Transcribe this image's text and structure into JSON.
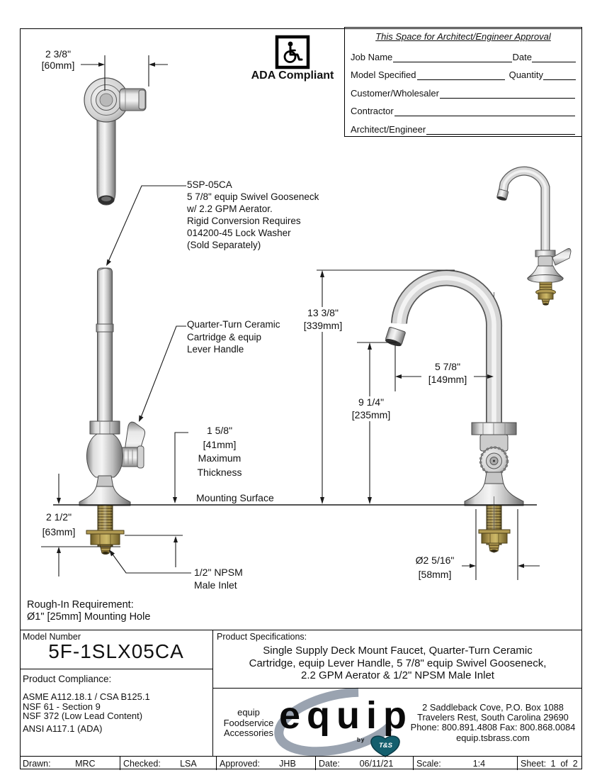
{
  "ada": {
    "label": "ADA Compliant"
  },
  "approval": {
    "title": "This Space for Architect/Engineer Approval",
    "job_name": "Job Name",
    "date": "Date",
    "model_specified": "Model Specified",
    "quantity": "Quantity",
    "customer": "Customer/Wholesaler",
    "contractor": "Contractor",
    "architect": "Architect/Engineer"
  },
  "callouts": {
    "spout": [
      "5SP-05CA",
      "5 7/8\" equip Swivel Gooseneck",
      "w/ 2.2 GPM Aerator.",
      "Rigid Conversion Requires",
      "014200-45 Lock Washer",
      "(Sold Separately)"
    ],
    "cartridge": [
      "Quarter-Turn Ceramic",
      "Cartridge & equip",
      "Lever Handle"
    ],
    "inlet": [
      "1/2\" NPSM",
      "Male Inlet"
    ],
    "mounting_surface": "Mounting Surface",
    "rough_in": [
      "Rough-In Requirement:",
      "Ø1\" [25mm] Mounting Hole"
    ]
  },
  "dimensions": {
    "top_width": [
      "2 3/8\"",
      "[60mm]"
    ],
    "overall_height": [
      "13 3/8\"",
      "[339mm]"
    ],
    "outlet_height": [
      "9 1/4\"",
      "[235mm]"
    ],
    "reach": [
      "5 7/8\"",
      "[149mm]"
    ],
    "deck_thickness": [
      "1 5/8\"",
      "[41mm]",
      "Maximum",
      "Thickness"
    ],
    "shank_length": [
      "2 1/2\"",
      "[63mm]"
    ],
    "base_dia": [
      "Ø2 5/16\"",
      "[58mm]"
    ]
  },
  "title_block": {
    "model_number_label": "Model Number",
    "model_number": "5F-1SLX05CA",
    "compliance_label": "Product Compliance:",
    "compliance": [
      "ASME A112.18.1 / CSA B125.1",
      "NSF 61 - Section 9",
      "NSF 372 (Low Lead Content)",
      "ANSI A117.1 (ADA)"
    ],
    "specs_label": "Product Specifications:",
    "specs": [
      "Single Supply Deck Mount Faucet, Quarter-Turn Ceramic",
      "Cartridge, equip Lever Handle, 5 7/8\" equip Swivel Gooseneck,",
      "2.2 GPM Aerator & 1/2\" NPSM Male Inlet"
    ],
    "brand": {
      "tagline": [
        "equip",
        "Foodservice",
        "Accessories"
      ],
      "logo_text": "equip",
      "by": "by",
      "ts": "T&S",
      "address": [
        "2 Saddleback Cove, P.O. Box 1088",
        "Travelers Rest, South Carolina 29690",
        "Phone: 800.891.4808  Fax: 800.868.0084",
        "equip.tsbrass.com"
      ]
    }
  },
  "footer": {
    "drawn_label": "Drawn:",
    "drawn": "MRC",
    "checked_label": "Checked:",
    "checked": "LSA",
    "approved_label": "Approved:",
    "approved": "JHB",
    "date_label": "Date:",
    "date": "06/11/21",
    "scale_label": "Scale:",
    "scale": "1:4",
    "sheet_label": "Sheet:",
    "sheet": "1  of  2"
  },
  "colors": {
    "brass": "#a18b47",
    "teal": "#145f6e",
    "swoosh": "#9aa3b0",
    "line": "#1a1a1a"
  }
}
